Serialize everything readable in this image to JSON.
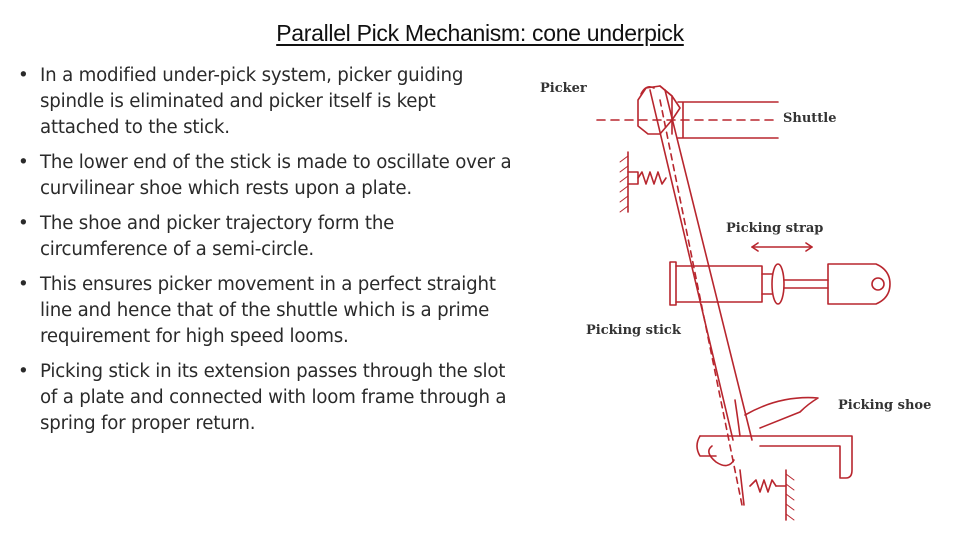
{
  "title": "Parallel Pick Mechanism: cone underpick",
  "bullets": [
    "In a modified under-pick system, picker guiding spindle is eliminated and picker itself is kept attached to the stick.",
    "The lower end of the stick is made to oscillate over a curvilinear shoe which rests upon a plate.",
    "The shoe and picker trajectory form the circumference of a semi-circle.",
    "This ensures picker movement in a perfect straight line and hence that of the shuttle which is a prime requirement for high speed looms.",
    "Picking stick in its extension passes through the slot of a plate and connected with loom frame through a spring for proper return."
  ],
  "bullet_symbol": "•",
  "diagram_labels": {
    "picker": "Picker",
    "shuttle": "Shuttle",
    "picking_strap": "Picking strap",
    "picking_stick": "Picking stick",
    "picking_shoe": "Picking shoe"
  },
  "colors": {
    "mechanism": "#b8262e",
    "text": "#2a2a2a"
  }
}
